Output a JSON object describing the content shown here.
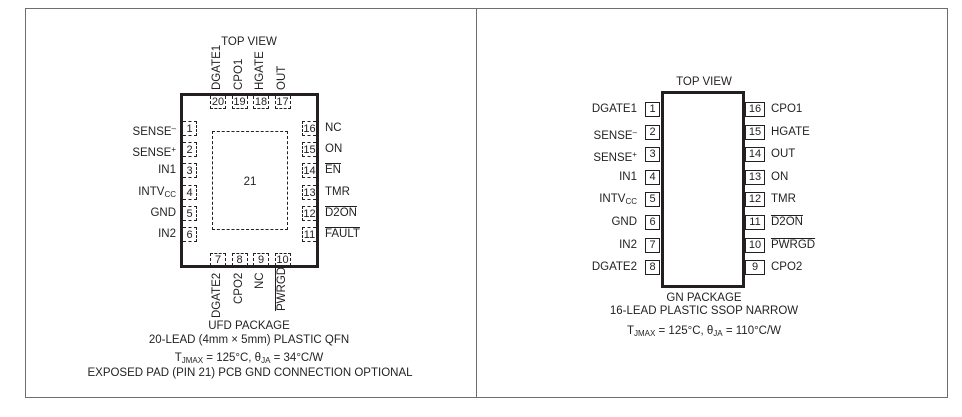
{
  "qfn": {
    "top_view": "TOP VIEW",
    "exposed_pad": "21",
    "left_pins": [
      {
        "num": "1",
        "base": "SENSE",
        "sup": "–",
        "sub": "",
        "over": false
      },
      {
        "num": "2",
        "base": "SENSE",
        "sup": "+",
        "sub": "",
        "over": false
      },
      {
        "num": "3",
        "base": "IN1",
        "sup": "",
        "sub": "",
        "over": false
      },
      {
        "num": "4",
        "base": "INTV",
        "sup": "",
        "sub": "CC",
        "over": false
      },
      {
        "num": "5",
        "base": "GND",
        "sup": "",
        "sub": "",
        "over": false
      },
      {
        "num": "6",
        "base": "IN2",
        "sup": "",
        "sub": "",
        "over": false
      }
    ],
    "right_pins": [
      {
        "num": "16",
        "label": "NC",
        "over": false
      },
      {
        "num": "15",
        "label": "ON",
        "over": false
      },
      {
        "num": "14",
        "label": "EN",
        "over": true
      },
      {
        "num": "13",
        "label": "TMR",
        "over": false
      },
      {
        "num": "12",
        "label": "D2ON",
        "over": true
      },
      {
        "num": "11",
        "label": "FAULT",
        "over": true
      }
    ],
    "top_pins": [
      {
        "num": "20",
        "label": "DGATE1",
        "over": false
      },
      {
        "num": "19",
        "label": "CPO1",
        "over": false
      },
      {
        "num": "18",
        "label": "HGATE",
        "over": false
      },
      {
        "num": "17",
        "label": "OUT",
        "over": false
      }
    ],
    "bottom_pins": [
      {
        "num": "7",
        "label": "DGATE2",
        "over": false
      },
      {
        "num": "8",
        "label": "CPO2",
        "over": false
      },
      {
        "num": "9",
        "label": "NC",
        "over": false
      },
      {
        "num": "10",
        "label": "PWRGD",
        "over": true
      }
    ],
    "package_name": "UFD PACKAGE",
    "package_desc": "20-LEAD (4mm × 5mm) PLASTIC QFN",
    "thermal": {
      "tj": "T",
      "tj_sub": "JMAX",
      "tj_rest": " = 125°C, θ",
      "ja_sub": "JA",
      "ja_rest": " = 34°C/W"
    },
    "note": "EXPOSED PAD (PIN 21) PCB GND CONNECTION OPTIONAL"
  },
  "ssop": {
    "top_view": "TOP VIEW",
    "left_pins": [
      {
        "num": "1",
        "base": "DGATE1",
        "sup": "",
        "sub": ""
      },
      {
        "num": "2",
        "base": "SENSE",
        "sup": "–",
        "sub": ""
      },
      {
        "num": "3",
        "base": "SENSE",
        "sup": "+",
        "sub": ""
      },
      {
        "num": "4",
        "base": "IN1",
        "sup": "",
        "sub": ""
      },
      {
        "num": "5",
        "base": "INTV",
        "sup": "",
        "sub": "CC"
      },
      {
        "num": "6",
        "base": "GND",
        "sup": "",
        "sub": ""
      },
      {
        "num": "7",
        "base": "IN2",
        "sup": "",
        "sub": ""
      },
      {
        "num": "8",
        "base": "DGATE2",
        "sup": "",
        "sub": ""
      }
    ],
    "right_pins": [
      {
        "num": "16",
        "label": "CPO1",
        "over": false
      },
      {
        "num": "15",
        "label": "HGATE",
        "over": false
      },
      {
        "num": "14",
        "label": "OUT",
        "over": false
      },
      {
        "num": "13",
        "label": "ON",
        "over": false
      },
      {
        "num": "12",
        "label": "TMR",
        "over": false
      },
      {
        "num": "11",
        "label": "D2ON",
        "over": true
      },
      {
        "num": "10",
        "label": "PWRGD",
        "over": true
      },
      {
        "num": "9",
        "label": "CPO2",
        "over": false
      }
    ],
    "package_name": "GN PACKAGE",
    "package_desc": "16-LEAD PLASTIC SSOP NARROW",
    "thermal": {
      "tj": "T",
      "tj_sub": "JMAX",
      "tj_rest": " = 125°C, θ",
      "ja_sub": "JA",
      "ja_rest": " = 110°C/W"
    }
  }
}
